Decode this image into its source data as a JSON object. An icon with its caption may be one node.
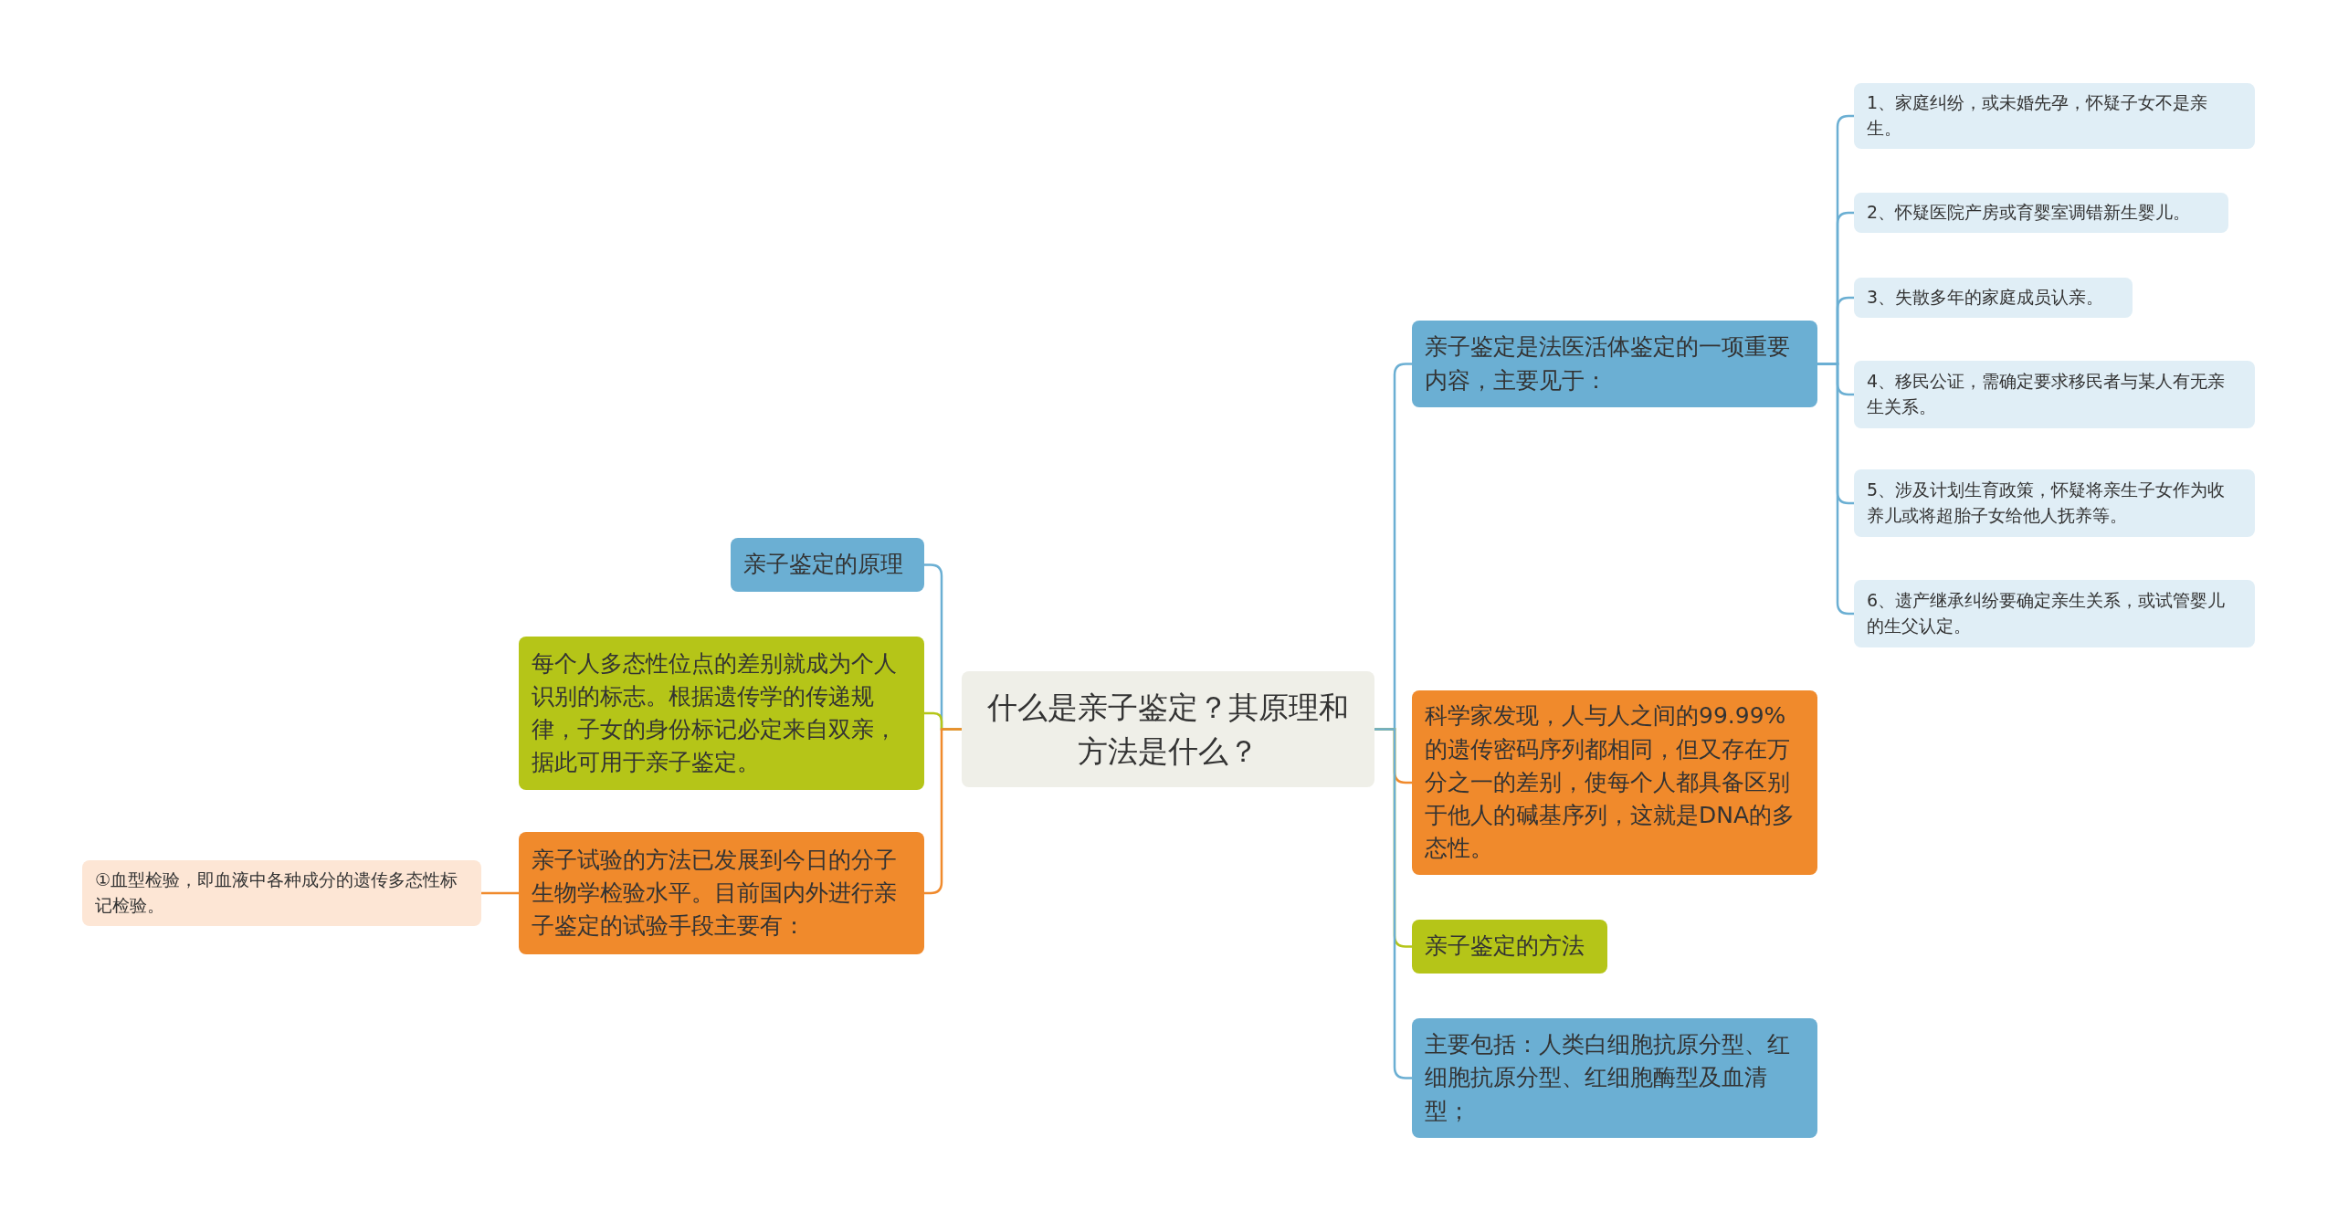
{
  "diagram": {
    "nodes": [
      {
        "text": [
          "什么是亲子鉴定？其原理和方法是什么？"
        ]
      },
      {
        "text": [
          "亲子鉴定的原理"
        ]
      },
      {
        "text": [
          "每个人多态性位点的差别就成为个人识别的标志。根据遗传学的传递规律，子女的身份标记必定来自双亲，据此可用于亲子鉴定。"
        ]
      },
      {
        "text": [
          "亲子试验的方法已发展到今日的分子生物学检验水平。目前国内外进行亲子鉴定的试验手段主要有："
        ]
      },
      {
        "text": [
          "①血型检验，即血液中各种成分的遗传多态性标记检验。"
        ]
      },
      {
        "text": [
          "亲子鉴定是法医活体鉴定的一项重要内容，主要见于："
        ]
      },
      {
        "text": [
          "1、家庭纠纷，或未婚先孕，怀疑子女不是亲生。"
        ]
      },
      {
        "text": [
          "2、怀疑医院产房或育婴室调错新生婴儿。"
        ]
      },
      {
        "text": [
          "3、失散多年的家庭成员认亲。"
        ]
      },
      {
        "text": [
          "4、移民公证，需确定要求移民者与某人有无亲生关系。"
        ]
      },
      {
        "text": [
          "5、涉及计划生育政策，怀疑将亲生子女作为收养儿或将超胎子女给他人抚养等。"
        ]
      },
      {
        "text": [
          "6、遗产继承纠纷要确定亲生关系，或试管婴儿的生父认定。"
        ]
      },
      {
        "text": [
          "科学家发现，人与人之间的99.99%的遗传密码序列都相同，但又存在万分之一的差别，使每个人都具备区别于他人的碱基序列，这就是DNA的多态性。"
        ]
      },
      {
        "text": [
          "亲子鉴定的方法"
        ]
      },
      {
        "text": [
          "主要包括：人类白细胞抗原分型、红细胞抗原分型、红细胞酶型及血清型；"
        ]
      }
    ],
    "edges": [
      {
        "from": 0,
        "to": 1,
        "arrow": "none"
      },
      {
        "from": 0,
        "to": 2,
        "arrow": "none",
        "color": "#b5c518"
      },
      {
        "from": 0,
        "to": 3,
        "arrow": "none",
        "color": "#f08a2c"
      },
      {
        "from": 3,
        "to": 4,
        "arrow": "none",
        "color": "#f08a2c"
      },
      {
        "from": 0,
        "to": 5,
        "arrow": "none"
      },
      {
        "from": 5,
        "to": 6,
        "arrow": "none"
      },
      {
        "from": 5,
        "to": 7,
        "arrow": "none"
      },
      {
        "from": 5,
        "to": 8,
        "arrow": "none"
      },
      {
        "from": 5,
        "to": 9,
        "arrow": "none"
      },
      {
        "from": 5,
        "to": 10,
        "arrow": "none"
      },
      {
        "from": 5,
        "to": 11,
        "arrow": "none"
      },
      {
        "from": 0,
        "to": 12,
        "arrow": "none",
        "color": "#f08a2c"
      },
      {
        "from": 0,
        "to": 13,
        "arrow": "none",
        "color": "#b5c518"
      },
      {
        "from": 0,
        "to": 14,
        "arrow": "none"
      }
    ]
  }
}
